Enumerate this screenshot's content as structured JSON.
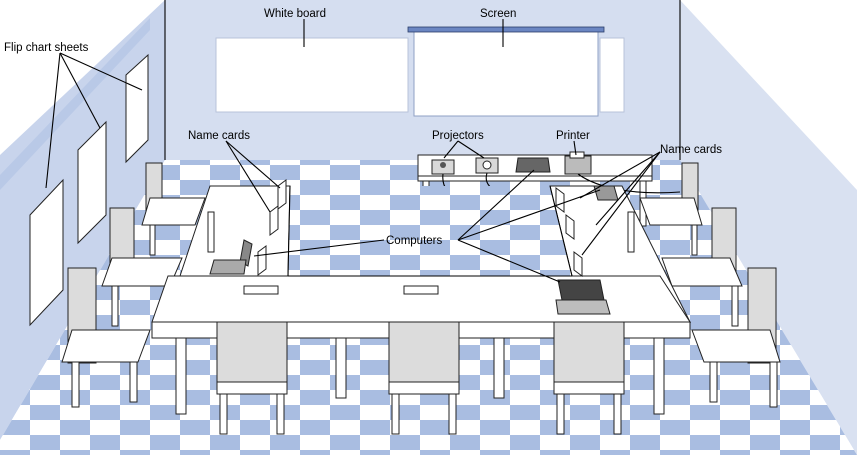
{
  "labels": {
    "white_board": "White board",
    "screen": "Screen",
    "flip_chart_sheets": "Flip chart sheets",
    "name_cards_left": "Name cards",
    "projectors": "Projectors",
    "printer": "Printer",
    "name_cards_right": "Name cards",
    "computers": "Computers"
  },
  "colors": {
    "wall_back": "#d5def0",
    "wall_left": "#c8d4ec",
    "wall_right": "#d9e1f1",
    "floor_tile_dark": "#a9bde1",
    "floor_tile_light": "#ffffff",
    "furniture_fill": "#ffffff",
    "chair_back": "#dcdcdc",
    "outline": "#222222"
  }
}
